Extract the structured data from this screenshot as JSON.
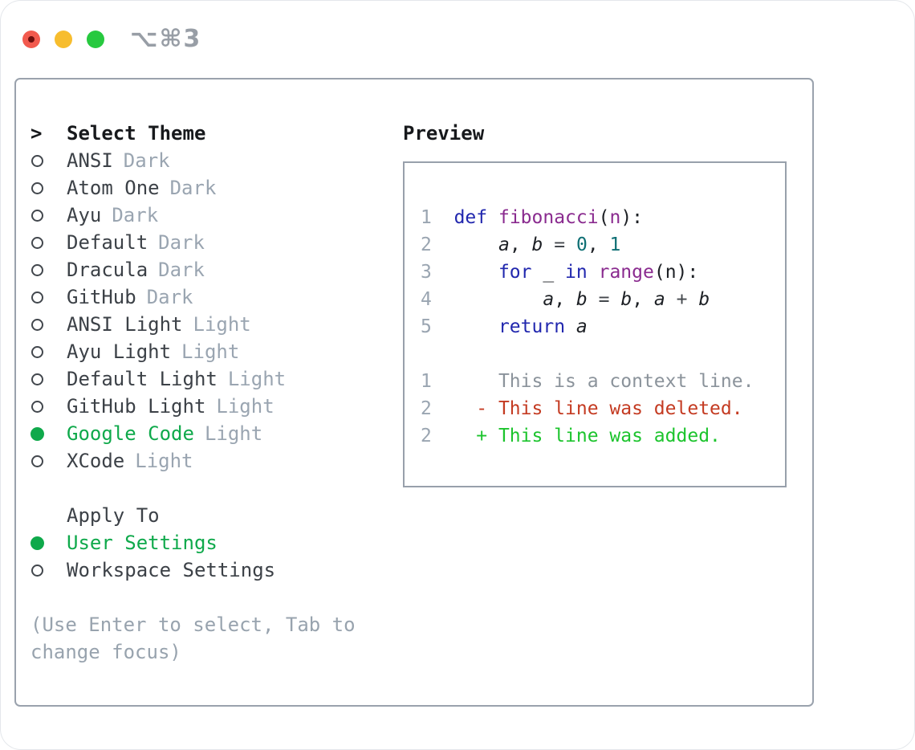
{
  "window": {
    "title": "⌥⌘3",
    "traffic_lights": [
      "close",
      "minimize",
      "zoom"
    ]
  },
  "colors": {
    "selected_green": "#0fa94b",
    "added_green": "#1cc42d",
    "deleted_red": "#c43b22",
    "keyword_blue": "#2127ae",
    "function_purple": "#8a2b8f",
    "number_teal": "#0e6f74",
    "muted_gray": "#9aa5b1",
    "border_gray": "#9aa2ad"
  },
  "theme_panel": {
    "focus_marker": ">",
    "header": "Select Theme",
    "items": [
      {
        "name": "ANSI",
        "tag": "Dark",
        "selected": false
      },
      {
        "name": "Atom One",
        "tag": "Dark",
        "selected": false
      },
      {
        "name": "Ayu",
        "tag": "Dark",
        "selected": false
      },
      {
        "name": "Default",
        "tag": "Dark",
        "selected": false
      },
      {
        "name": "Dracula",
        "tag": "Dark",
        "selected": false
      },
      {
        "name": "GitHub",
        "tag": "Dark",
        "selected": false
      },
      {
        "name": "ANSI Light",
        "tag": "Light",
        "selected": false
      },
      {
        "name": "Ayu Light",
        "tag": "Light",
        "selected": false
      },
      {
        "name": "Default Light",
        "tag": "Light",
        "selected": false
      },
      {
        "name": "GitHub Light",
        "tag": "Light",
        "selected": false
      },
      {
        "name": "Google Code",
        "tag": "Light",
        "selected": true
      },
      {
        "name": "XCode",
        "tag": "Light",
        "selected": false
      }
    ],
    "apply_to": {
      "header": "Apply To",
      "items": [
        {
          "name": "User Settings",
          "selected": true
        },
        {
          "name": "Workspace Settings",
          "selected": false
        }
      ]
    },
    "hint_lines": [
      "(Use Enter to select, Tab to",
      "change focus)"
    ]
  },
  "preview": {
    "header": "Preview",
    "lines": [
      {
        "num": "1",
        "segs": [
          [
            "def",
            "kw"
          ],
          [
            " ",
            "pl"
          ],
          [
            "fibonacci",
            "fn"
          ],
          [
            "(",
            "pl"
          ],
          [
            "n",
            "fn"
          ],
          [
            "):",
            "pl"
          ]
        ]
      },
      {
        "num": "2",
        "segs": [
          [
            "    ",
            "pl"
          ],
          [
            "a",
            "var"
          ],
          [
            ", ",
            "pl"
          ],
          [
            "b",
            "var"
          ],
          [
            " ",
            "pl"
          ],
          [
            "=",
            "op"
          ],
          [
            " ",
            "pl"
          ],
          [
            "0",
            "num"
          ],
          [
            ", ",
            "pl"
          ],
          [
            "1",
            "num"
          ]
        ]
      },
      {
        "num": "3",
        "segs": [
          [
            "    ",
            "pl"
          ],
          [
            "for",
            "kw"
          ],
          [
            " _ ",
            "pl"
          ],
          [
            "in",
            "kw"
          ],
          [
            " ",
            "pl"
          ],
          [
            "range",
            "fn"
          ],
          [
            "(n):",
            "pl"
          ]
        ]
      },
      {
        "num": "4",
        "segs": [
          [
            "        ",
            "pl"
          ],
          [
            "a",
            "var"
          ],
          [
            ", ",
            "pl"
          ],
          [
            "b",
            "var"
          ],
          [
            " ",
            "pl"
          ],
          [
            "=",
            "op"
          ],
          [
            " ",
            "pl"
          ],
          [
            "b",
            "var"
          ],
          [
            ", ",
            "pl"
          ],
          [
            "a",
            "var"
          ],
          [
            " ",
            "pl"
          ],
          [
            "+",
            "op"
          ],
          [
            " ",
            "pl"
          ],
          [
            "b",
            "var"
          ]
        ]
      },
      {
        "num": "5",
        "segs": [
          [
            "    ",
            "pl"
          ],
          [
            "return",
            "kw"
          ],
          [
            " ",
            "pl"
          ],
          [
            "a",
            "var"
          ]
        ]
      },
      {
        "num": "",
        "segs": []
      },
      {
        "num": "1",
        "segs": [
          [
            "    This is a context line.",
            "ctx"
          ]
        ]
      },
      {
        "num": "2",
        "segs": [
          [
            "  - This line was deleted.",
            "del"
          ]
        ]
      },
      {
        "num": "2",
        "segs": [
          [
            "  + This line was added.",
            "add"
          ]
        ]
      }
    ]
  }
}
